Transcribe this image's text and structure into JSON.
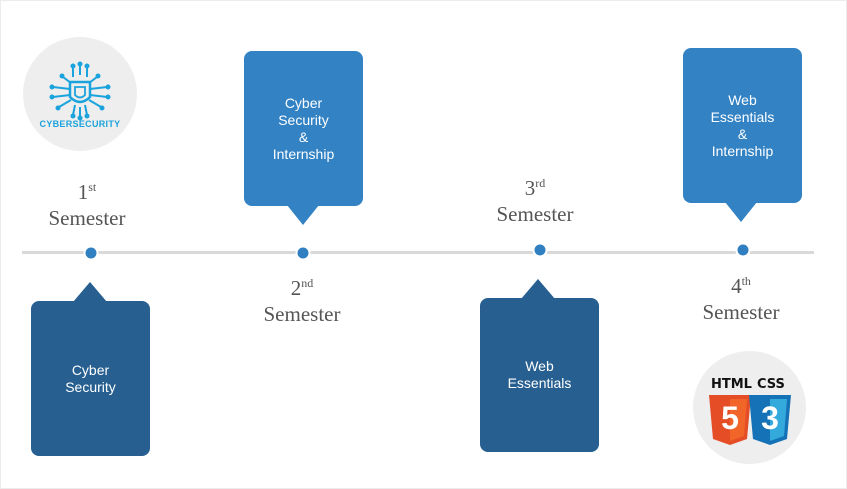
{
  "logos": {
    "cybersecurity": {
      "text": "CYBERSECURITY",
      "color": "#1aa3dc"
    },
    "html_css": {
      "html_text": "HTML",
      "css_text": "CSS",
      "html_num": "5",
      "css_num": "3",
      "html_color": "#e44d26",
      "css_color": "#1572b6"
    }
  },
  "semesters": [
    {
      "num": "1",
      "suffix": "st",
      "word": "Semester"
    },
    {
      "num": "2",
      "suffix": "nd",
      "word": "Semester"
    },
    {
      "num": "3",
      "suffix": "rd",
      "word": "Semester"
    },
    {
      "num": "4",
      "suffix": "th",
      "word": "Semester"
    }
  ],
  "boxes": {
    "cyber_security": "Cyber\nSecurity",
    "cyber_security_internship": "Cyber\nSecurity\n&\nInternship",
    "web_essentials": "Web\nEssentials",
    "web_essentials_internship": "Web\nEssentials\n&\nInternship"
  },
  "colors": {
    "box_light": "#3282c4",
    "box_dark": "#265f90",
    "dot": "#2f7fc1",
    "timeline": "#d9d9d9"
  }
}
